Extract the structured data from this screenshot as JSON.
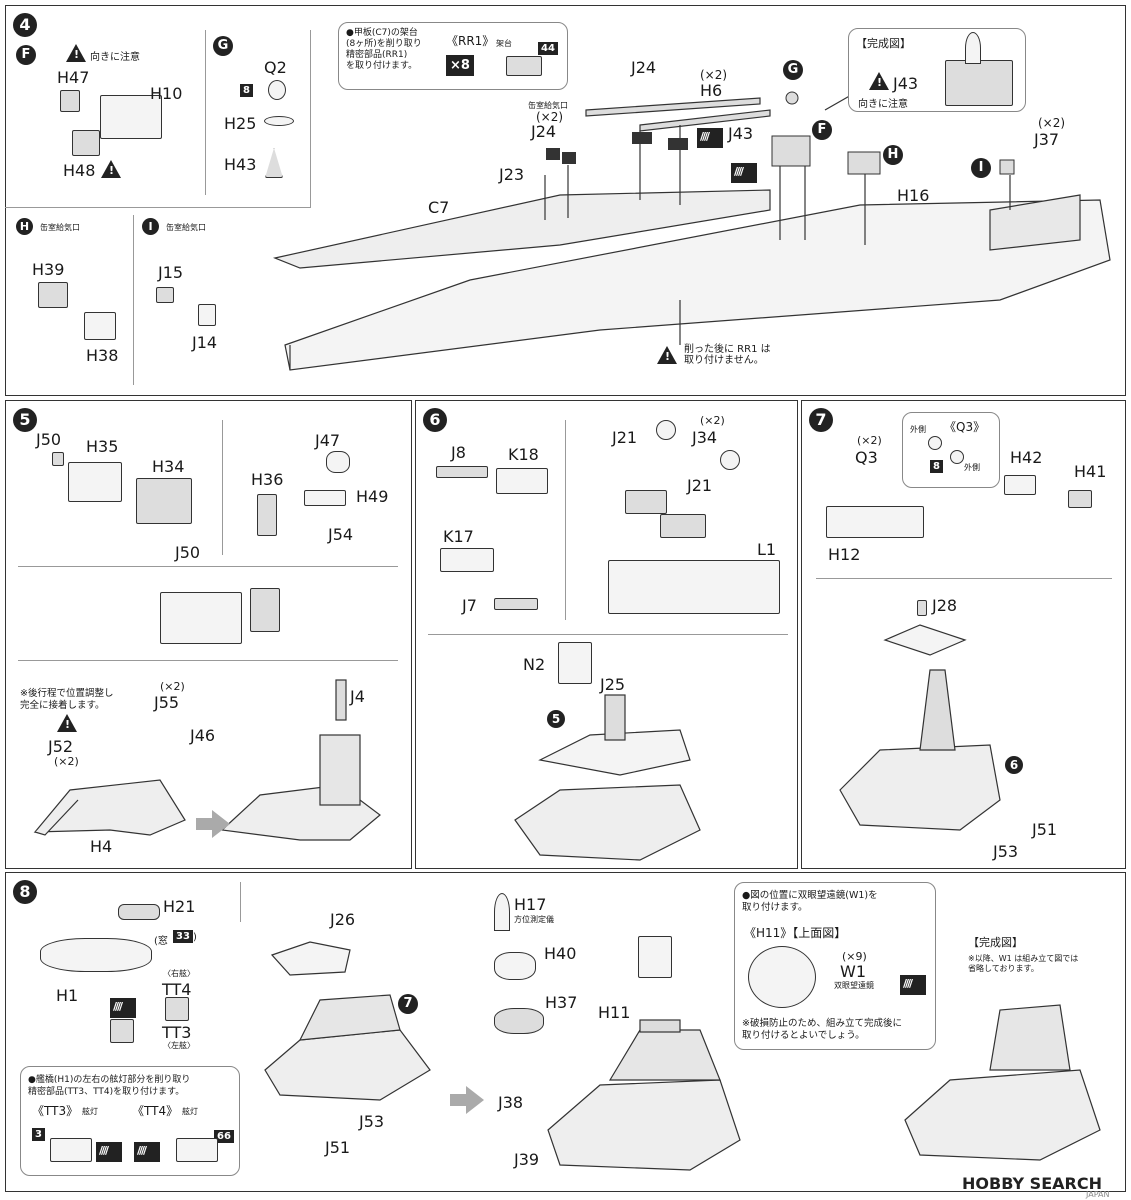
{
  "step4": {
    "num": "4",
    "F": "F",
    "G": "G",
    "H": "H",
    "I": "I",
    "f_caution": "向きに注意",
    "H47": "H47",
    "H10": "H10",
    "H48": "H48",
    "Q2": "Q2",
    "H25": "H25",
    "H43": "H43",
    "q2_box": "8",
    "h_caption": "缶室給気口",
    "i_caption": "缶室給気口",
    "H39": "H39",
    "H38": "H38",
    "J15": "J15",
    "J14": "J14",
    "note_rr1_text": "●甲板(C7)の架台\n(8ヶ所)を削り取り\n精密部品(RR1)\nを取り付けます。",
    "rr1_title": "《RR1》",
    "rr1_sub": "架台",
    "rr1_box": "44",
    "rr1_mult": "×8",
    "J24a": "J24",
    "J24a_mult": "(×2)",
    "J24a_cap": "缶室給気口",
    "J24b": "J24",
    "H6": "H6",
    "H6_mult": "(×2)",
    "J23": "J23",
    "C7": "C7",
    "J43": "J43",
    "H16": "H16",
    "J37": "J37",
    "J37_mult": "(×2)",
    "complete_title": "【完成図】",
    "complete_J43": "J43",
    "complete_caution": "向きに注意",
    "rr1_warning": "削った後に RR1 は\n取り付けません。"
  },
  "step5": {
    "num": "5",
    "J50a": "J50",
    "H35": "H35",
    "H34": "H34",
    "J50b": "J50",
    "J47": "J47",
    "H36": "H36",
    "H49": "H49",
    "J54": "J54",
    "note": "※後行程で位置調整し\n完全に接着します。",
    "J52": "J52",
    "J52_mult": "(×2)",
    "J55": "J55",
    "J55_mult": "(×2)",
    "J46": "J46",
    "H4": "H4",
    "J4": "J4"
  },
  "step6": {
    "num": "6",
    "J8": "J8",
    "K18": "K18",
    "K17": "K17",
    "J7": "J7",
    "J21a": "J21",
    "J34": "J34",
    "J34_mult": "(×2)",
    "J21b": "J21",
    "L1": "L1",
    "N2": "N2",
    "J25": "J25",
    "ref5": "5"
  },
  "step7": {
    "num": "7",
    "Q3": "Q3",
    "Q3_mult": "(×2)",
    "q3_title": "《Q3》",
    "q3_out1": "外側",
    "q3_out2": "外側",
    "q3_box": "8",
    "H42": "H42",
    "H41": "H41",
    "H12": "H12",
    "J28": "J28",
    "ref6": "6",
    "J51": "J51",
    "J53": "J53"
  },
  "step8": {
    "num": "8",
    "H21": "H21",
    "window": "(窓",
    "window_box": "33",
    "window_close": ")",
    "H1": "H1",
    "TT4": "TT4",
    "TT4_side": "〈右舷〉",
    "TT3": "TT3",
    "TT3_side": "〈左舷〉",
    "bridge_note": "●艦橋(H1)の左右の舷灯部分を削り取り\n精密部品(TT3、TT4)を取り付けます。",
    "tt3_label": "《TT3》",
    "tt3_sub": "舷灯",
    "tt3_box": "3",
    "tt4_label": "《TT4》",
    "tt4_sub": "舷灯",
    "tt4_box": "66",
    "J26": "J26",
    "ref7": "7",
    "J53": "J53",
    "J51": "J51",
    "H17": "H17",
    "H17_cap": "方位測定儀",
    "H40": "H40",
    "H37": "H37",
    "H11": "H11",
    "J38": "J38",
    "J39": "J39",
    "w1_note": "●図の位置に双眼望遠鏡(W1)を\n取り付けます。",
    "h11_title": "《H11》【上面図】",
    "W1": "W1",
    "W1_mult": "(×9)",
    "W1_cap": "双眼望遠鏡",
    "break_note": "※破損防止のため、組み立て完成後に\n取り付けるとよいでしょう。",
    "complete_title": "【完成図】",
    "complete_note": "※以降、W1 は組み立て図では\n省略しております。"
  },
  "watermark": {
    "logo": "HOBBY SEARCH",
    "sub": "JAPAN"
  }
}
